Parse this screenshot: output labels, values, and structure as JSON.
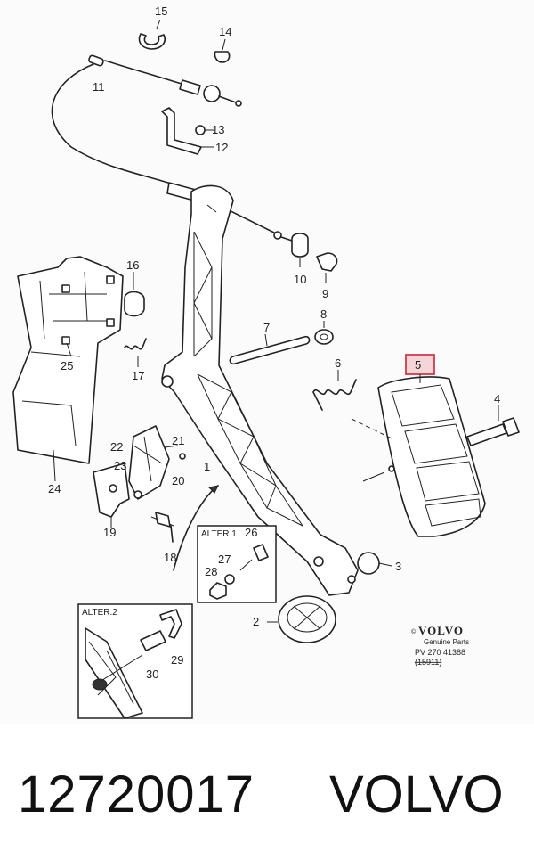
{
  "callouts": {
    "c1": "1",
    "c2": "2",
    "c3": "3",
    "c4": "4",
    "c5": "5",
    "c6": "6",
    "c7": "7",
    "c8": "8",
    "c9": "9",
    "c10": "10",
    "c11": "11",
    "c12": "12",
    "c13": "13",
    "c14": "14",
    "c15": "15",
    "c16": "16",
    "c17": "17",
    "c18": "18",
    "c19": "19",
    "c20": "20",
    "c21": "21",
    "c22": "22",
    "c23": "23",
    "c24": "24",
    "c25": "25",
    "c26": "26",
    "c27": "27",
    "c28": "28",
    "c29": "29",
    "c30": "30"
  },
  "inset_boxes": {
    "alter1": "ALTER.1",
    "alter2": "ALTER.2"
  },
  "watermark": {
    "copyright": "©",
    "brand": "VOLVO",
    "subtitle": "Genuine Parts",
    "code": "PV 270 41388",
    "struck": "(15911)"
  },
  "colors": {
    "highlight": "#d23a4a",
    "highlight_fill": "#f4d6d8"
  },
  "footer": {
    "part_number": "12720017",
    "brand": "VOLVO"
  }
}
